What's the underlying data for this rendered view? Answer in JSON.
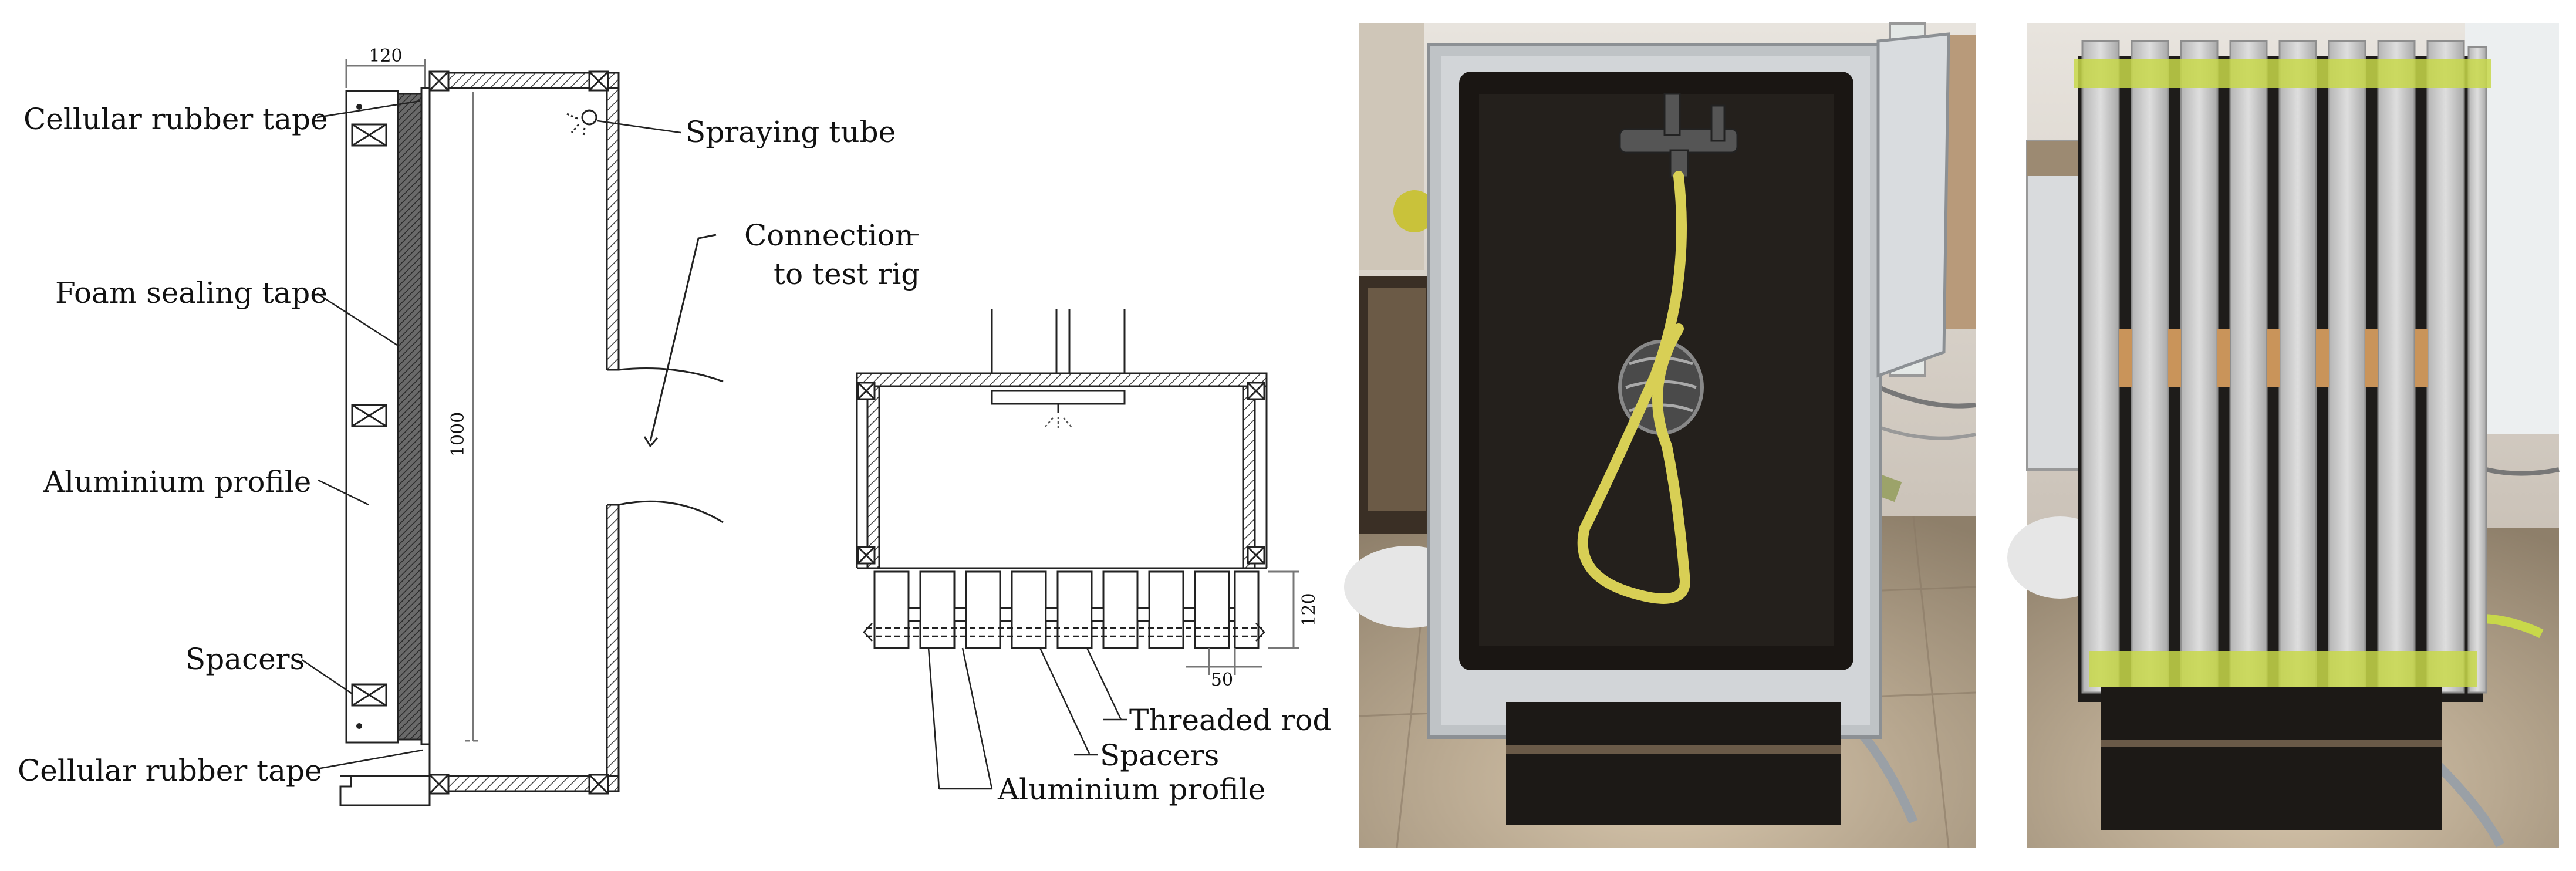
{
  "side_view": {
    "dim_width": "120",
    "dim_height": "1000",
    "labels": {
      "cellular_rubber_tape_top": "Cellular rubber tape",
      "foam_sealing_tape": "Foam sealing tape",
      "aluminium_profile": "Aluminium profile",
      "spacers": "Spacers",
      "cellular_rubber_tape_bottom": "Cellular rubber tape",
      "spraying_tube": "Spraying tube",
      "connection_line1": "Connection",
      "connection_line2": "to test rig"
    }
  },
  "front_view": {
    "dim_height": "120",
    "dim_spacing": "50",
    "labels": {
      "threaded_rod": "Threaded rod",
      "spacers": "Spacers",
      "aluminium_profile": "Aluminium profile"
    }
  },
  "photos": {
    "left": {
      "subject": "open rig box with yellow spraying hose"
    },
    "right": {
      "subject": "rig box covered with vertical aluminium profile slats"
    }
  },
  "colors": {
    "line": "#222222",
    "hatch": "#555555",
    "dim": "#777777",
    "box_interior": "#1a1613",
    "hose": "#d8cf55",
    "slat": "#c9c9c9",
    "strap": "#c8d84a",
    "wood": "#c9945a"
  }
}
